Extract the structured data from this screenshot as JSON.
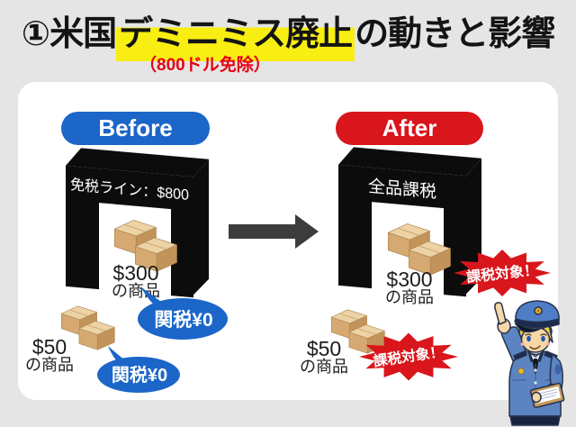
{
  "title": {
    "prefix": "①米国",
    "highlight": "デミニミス廃止",
    "suffix": "の動きと影響",
    "subtitle": "（800ドル免除）"
  },
  "before": {
    "label": "Before",
    "gate_label": "免税ライン：$800",
    "item_300": {
      "price": "$300",
      "caption": "の商品"
    },
    "item_50": {
      "price": "$50",
      "caption": "の商品"
    },
    "tag_300": "関税¥0",
    "tag_50": "関税¥0"
  },
  "after": {
    "label": "After",
    "gate_label": "全品課税",
    "item_300": {
      "price": "$300",
      "caption": "の商品"
    },
    "item_50": {
      "price": "$50",
      "caption": "の商品"
    },
    "tag_300": "課税対象！",
    "tag_50": "課税対象！"
  },
  "colors": {
    "bg": "#e5e5e5",
    "panel": "#ffffff",
    "ink": "#141414",
    "hl-yellow": "#f8ee11",
    "accent-red": "#e60012",
    "brand-blue": "#1b66c8",
    "brand-red": "#d8161c",
    "gate-black": "#0c0c0c",
    "arrow-gray": "#3c3c3c",
    "box-top": "#ecd2a4",
    "box-front": "#d5a971",
    "box-side": "#c2945a",
    "jacket-blue": "#5b84c1"
  }
}
